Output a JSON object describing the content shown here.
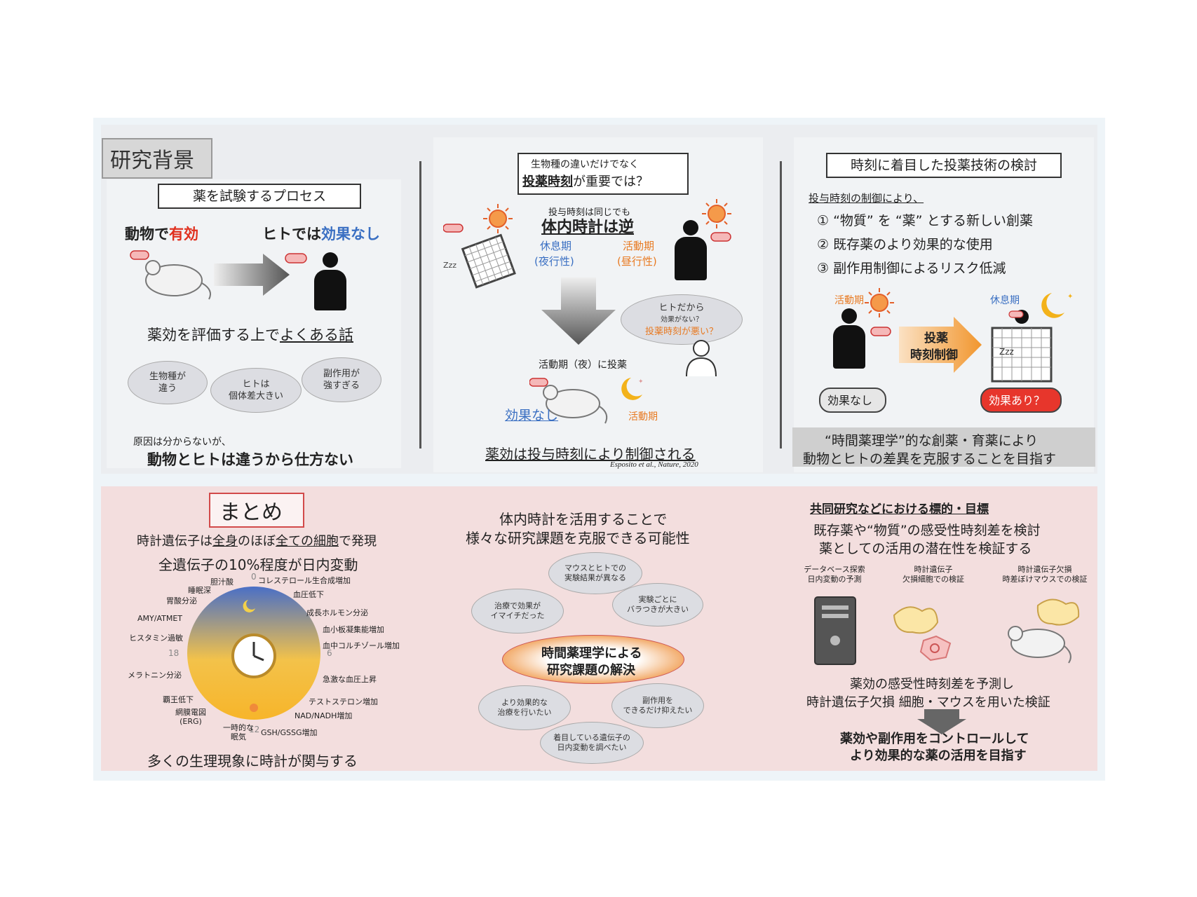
{
  "background": {
    "title": "研究背景",
    "left": {
      "box_label": "薬を試験するプロセス",
      "animal_effective_prefix": "動物で",
      "animal_effective_word": "有効",
      "human_none_prefix": "ヒトでは",
      "human_none_word": "効果なし",
      "common_story_prefix": "薬効を評価する上で",
      "common_story_word": "よくある話",
      "cloud_species": "生物種が\n違う",
      "cloud_individual": "ヒトは\n個体差大きい",
      "cloud_side": "副作用が\n強すぎる",
      "cause_unknown": "原因は分からないが、",
      "conclusion": "動物とヒトは違うから仕方ない"
    },
    "middle": {
      "question_line1": "生物種の違いだけでなく",
      "question_line2_bold": "投薬時刻",
      "question_line2_rest": "が重要では？",
      "same_time": "投与時刻は同じでも",
      "clock_reverse": "体内時計は逆",
      "rest_period": "休息期",
      "nocturnal": "(夜行性)",
      "active_period": "活動期",
      "diurnal": "(昼行性)",
      "thought_line1": "ヒトだから",
      "thought_line2": "効果がない？",
      "thought_line3": "投薬時刻が悪い？",
      "dose_active_night": "活動期（夜）に投薬",
      "no_effect": "効果なし",
      "active_label": "活動期",
      "controlled": "薬効は投与時刻により制御される",
      "citation": "Esposito et al., Nature, 2020"
    },
    "right": {
      "box_label": "時刻に着目した投薬技術の検討",
      "control_intro": "投与時刻の制御により、",
      "item1": "① “物質” を “薬” とする新しい創薬",
      "item2": "② 既存薬のより効果的な使用",
      "item3": "③ 副作用制御によるリスク低減",
      "active_label": "活動期",
      "rest_label": "休息期",
      "arrow_line1": "投薬",
      "arrow_line2": "時刻制御",
      "no_effect": "効果なし",
      "maybe_effect": "効果あり？",
      "goal_line1": "“時間薬理学”的な創薬・育薬により",
      "goal_line2": "動物とヒトの差異を克服することを目指す"
    }
  },
  "summary": {
    "title": "まとめ",
    "left": {
      "line1_a": "時計遺伝子は",
      "line1_b": "全身",
      "line1_c": "のほぼ",
      "line1_d": "全ての細胞",
      "line1_e": "で発現",
      "line2": "全遺伝子の10%程度が日内変動",
      "clock_labels": [
        "コレステロール生合成増加",
        "血圧低下",
        "成長ホルモン分泌",
        "血小板凝集能増加",
        "血中コルチゾール増加",
        "急激な血圧上昇",
        "テストステロン増加",
        "NAD/NADH増加",
        "GSH/GSSG増加",
        "一時的な\n眠気",
        "網膜電図\n(ERG)",
        "覇王低下",
        "メラトニン分泌",
        "ヒスタミン過敏",
        "AMY/ATMET",
        "胃酸分泌",
        "睡眠深",
        "胆汁酸"
      ],
      "hour_0": "0",
      "hour_6": "6",
      "hour_12": "12",
      "hour_18": "18",
      "footer": "多くの生理現象に時計が関与する"
    },
    "middle": {
      "line1": "体内時計を活用することで",
      "line2": "様々な研究課題を克服できる可能性",
      "cloud_top": "マウスとヒトでの\n実験結果が異なる",
      "cloud_left": "治療で効果が\nイマイチだった",
      "cloud_right": "実験ごとに\nバラつきが大きい",
      "center_line1": "時間薬理学による",
      "center_line2": "研究課題の解決",
      "cloud_bottom_left": "より効果的な\n治療を行いたい",
      "cloud_bottom_right": "副作用を\nできるだけ抑えたい",
      "cloud_bottom": "着目している遺伝子の\n日内変動を調べたい"
    },
    "right": {
      "heading": "共同研究などにおける標的・目標",
      "line1": "既存薬や“物質”の感受性時刻差を検討",
      "line2": "薬としての活用の潜在性を検証する",
      "col1": "データベース探索\n日内変動の予測",
      "col2": "時計遺伝子\n欠損細胞での検証",
      "col3": "時計遺伝子欠損\n時差ぼけマウスでの検証",
      "predict_line1": "薬効の感受性時刻差を予測し",
      "predict_line2": "時計遺伝子欠損 細胞・マウスを用いた検証",
      "goal_line1": "薬効や副作用をコントロールして",
      "goal_line2": "より効果的な薬の活用を目指す"
    }
  },
  "colors": {
    "red": "#e0301e",
    "blue": "#3a6fc2",
    "orange": "#e87a22",
    "summary_bg": "#f3dede",
    "panel_bg": "#f1f3f5"
  }
}
